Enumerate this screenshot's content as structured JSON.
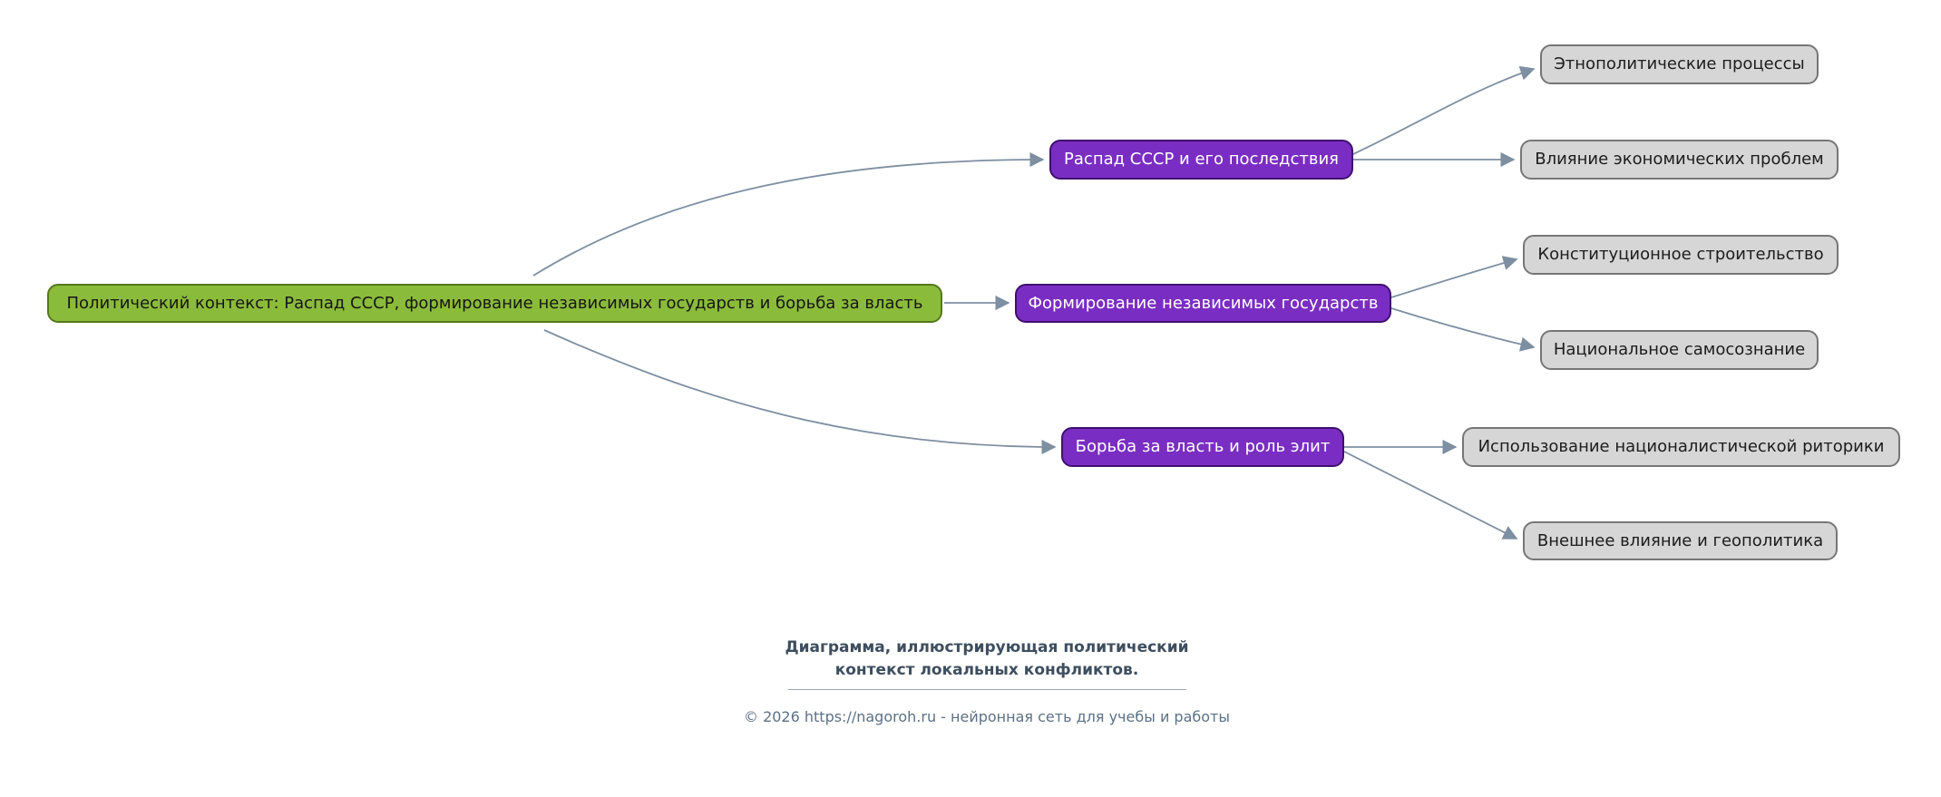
{
  "diagram": {
    "root": {
      "label": "Политический контекст: Распад СССР, формирование независимых государств и борьба за власть"
    },
    "branches": [
      {
        "label": "Распад СССР и его последствия",
        "children": [
          {
            "label": "Этнополитические процессы"
          },
          {
            "label": "Влияние экономических проблем"
          }
        ]
      },
      {
        "label": "Формирование независимых государств",
        "children": [
          {
            "label": "Конституционное строительство"
          },
          {
            "label": "Национальное самосознание"
          }
        ]
      },
      {
        "label": "Борьба за власть и роль элит",
        "children": [
          {
            "label": "Использование националистической риторики"
          },
          {
            "label": "Внешнее влияние и геополитика"
          }
        ]
      }
    ],
    "colors": {
      "root_fill": "#8bbb3b",
      "root_border": "#55771b",
      "branch_fill": "#7a2dc2",
      "branch_border": "#3f1070",
      "leaf_fill": "#d6d6d6",
      "leaf_border": "#767676",
      "edge": "#7d8fa0"
    }
  },
  "caption": {
    "line1": "Диаграмма, иллюстрирующая политический",
    "line2": "контекст локальных конфликтов."
  },
  "footer": {
    "text": "© 2026 https://nagoroh.ru - нейронная сеть для учебы и работы"
  }
}
